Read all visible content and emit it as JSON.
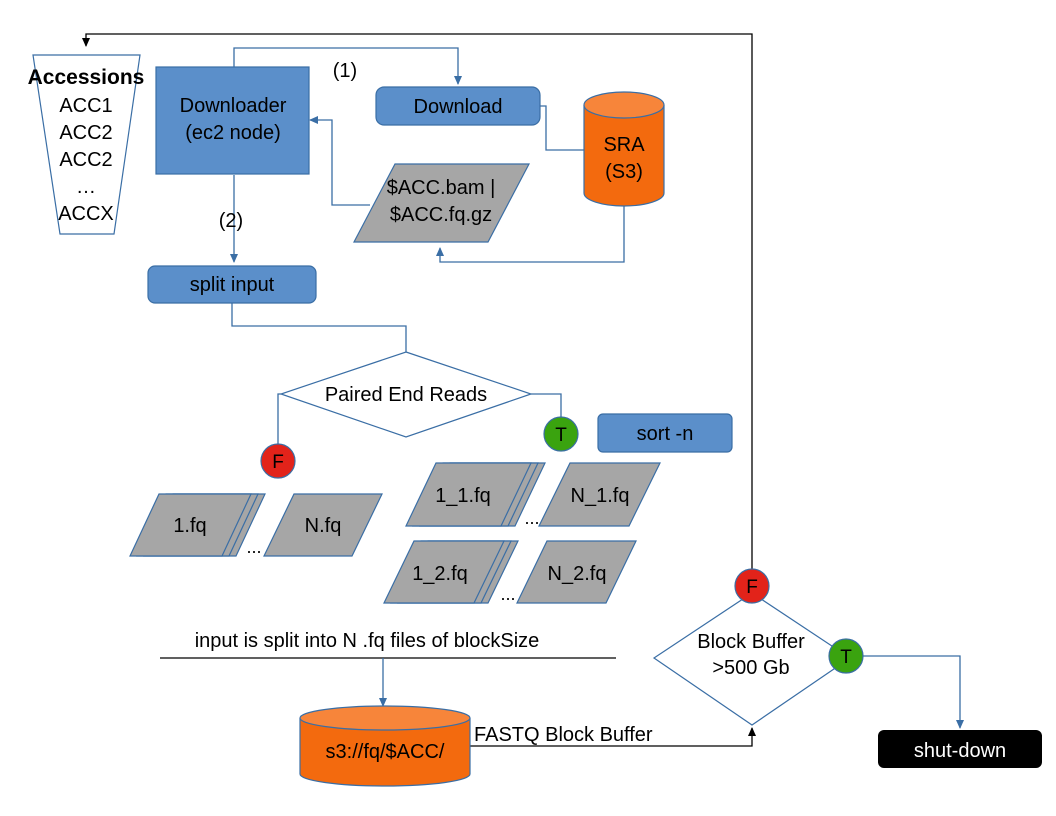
{
  "accessions": {
    "title": "Accessions",
    "items": [
      "ACC1",
      "ACC2",
      "ACC2",
      "…",
      "ACCX"
    ]
  },
  "downloader": {
    "line1": "Downloader",
    "line2": "(ec2 node)"
  },
  "step_labels": {
    "step1": "(1)",
    "step2": "(2)"
  },
  "download_label": "Download",
  "sra": {
    "line1": "SRA",
    "line2": "(S3)"
  },
  "downloaded_file": {
    "line1": "$ACC.bam |",
    "line2": "$ACC.fq.gz"
  },
  "split_input_label": "split input",
  "paired_decision": "Paired End Reads",
  "sort_label": "sort -n",
  "flags": {
    "false": "F",
    "true": "T"
  },
  "single_files": {
    "first": "1.fq",
    "last": "N.fq",
    "ellipsis": "..."
  },
  "paired_files": {
    "r1_first": "1_1.fq",
    "r1_last": "N_1.fq",
    "r2_first": "1_2.fq",
    "r2_last": "N_2.fq",
    "ellipsis": "..."
  },
  "split_note": "input is split into N .fq files of blockSize",
  "s3_bucket": "s3://fq/$ACC/",
  "buffer_label": "FASTQ Block Buffer",
  "buffer_decision": {
    "line1": "Block Buffer",
    "line2": ">500 Gb"
  },
  "shutdown_label": "shut-down",
  "colors": {
    "process_blue": "#5b8fca",
    "connector_blue": "#3a6ea5",
    "file_gray": "#a6a6a6",
    "storage_orange": "#f36a0e",
    "false_red": "#e2231a",
    "true_green": "#3aa30f",
    "terminal_black": "#000000"
  }
}
